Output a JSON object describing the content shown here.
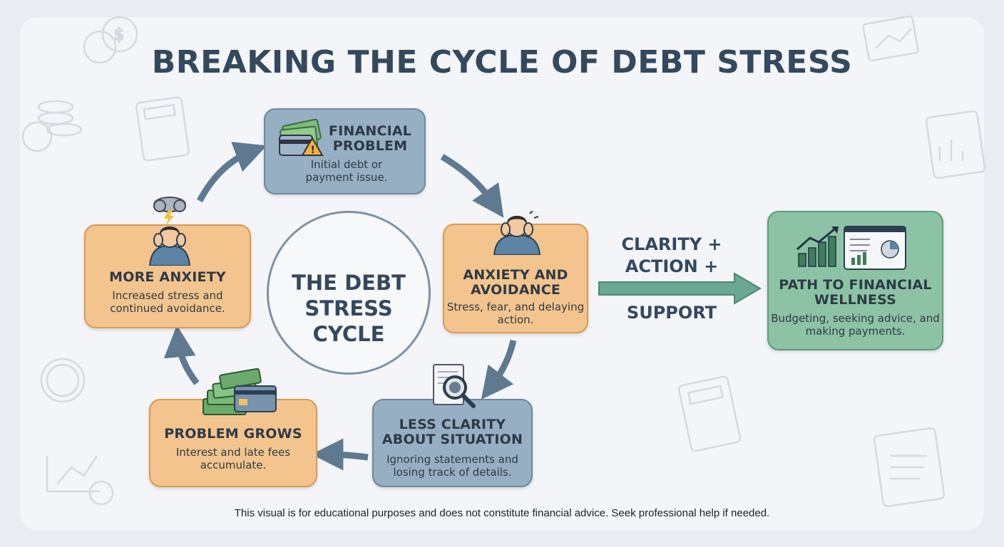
{
  "title": "BREAKING THE CYCLE OF DEBT STRESS",
  "center_label": "THE DEBT STRESS CYCLE",
  "boxes": {
    "financial_problem": {
      "title": "FINANCIAL PROBLEM",
      "desc": "Initial debt or payment issue."
    },
    "anxiety_avoidance": {
      "title": "ANXIETY AND AVOIDANCE",
      "desc": "Stress, fear, and delaying action."
    },
    "less_clarity": {
      "title": "LESS CLARITY ABOUT SITUATION",
      "desc": "Ignoring statements and losing track of details."
    },
    "problem_grows": {
      "title": "PROBLEM GROWS",
      "desc": "Interest and late fees accumulate."
    },
    "more_anxiety": {
      "title": "MORE ANXIETY",
      "desc": "Increased stress and continued avoidance."
    },
    "path_wellness": {
      "title": "PATH TO FINANCIAL WELLNESS",
      "desc": "Budgeting, seeking advice, and making payments."
    }
  },
  "cta": {
    "line1": "CLARITY +",
    "line2": "ACTION +",
    "line3": "SUPPORT"
  },
  "disclaimer": "This visual is for educational purposes and does not constitute financial advice. Seek professional help if needed.",
  "colors": {
    "blue_box": "#97afc3",
    "orange_box": "#f3c48e",
    "green_box": "#8cc3a5",
    "arrow": "#5f7a90",
    "exit_arrow": "#5a9a82",
    "title_text": "#34495e"
  },
  "icons": {
    "financial_problem": "money-warning-icon",
    "anxiety_avoidance": "stressed-person-icon",
    "less_clarity": "document-magnifier-icon",
    "problem_grows": "money-stack-icon",
    "more_anxiety": "storm-cloud-person-icon",
    "path_wellness": "growth-chart-icon"
  }
}
